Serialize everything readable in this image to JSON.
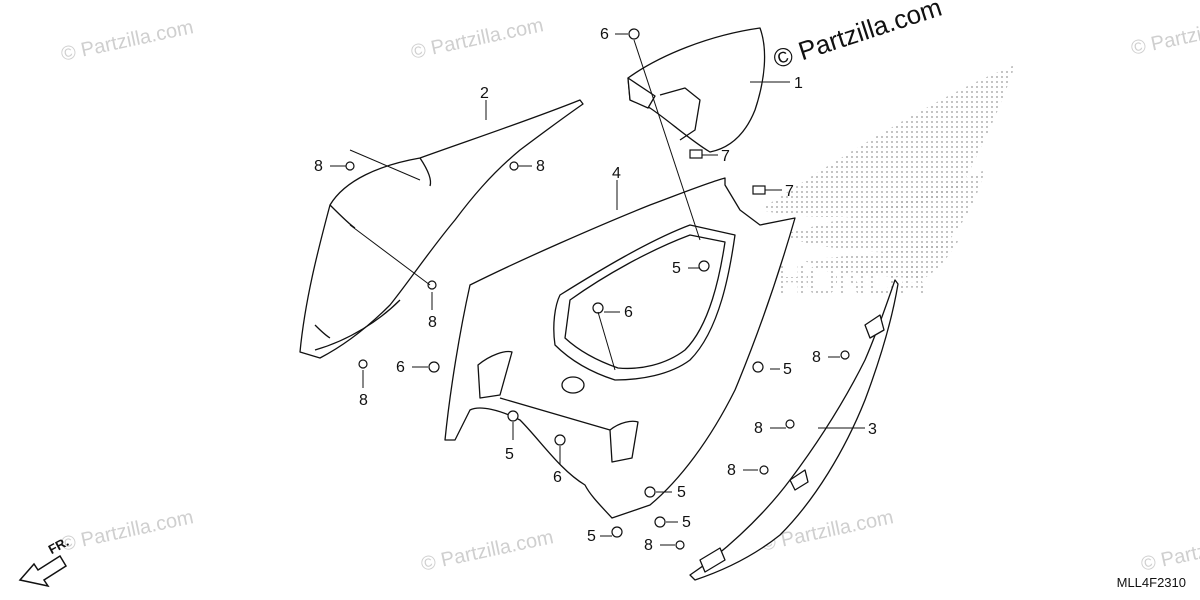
{
  "watermark_text": "© Partzilla.com",
  "diagram_code": "MLL4F2310",
  "front_label": "FR.",
  "brand_mark": "HONDA",
  "colors": {
    "line": "#111111",
    "watermark": "#cfcfcf",
    "dots": "#9a9a9a"
  },
  "callouts": {
    "c1": "1",
    "c2": "2",
    "c3": "3",
    "c4": "4",
    "c5a": "5",
    "c5b": "5",
    "c5c": "5",
    "c5d": "5",
    "c5e": "5",
    "c5f": "5",
    "c6a": "6",
    "c6b": "6",
    "c6c": "6",
    "c6d": "6",
    "c7a": "7",
    "c7b": "7",
    "c8a": "8",
    "c8b": "8",
    "c8c": "8",
    "c8d": "8",
    "c8e": "8",
    "c8f": "8",
    "c8g": "8"
  }
}
